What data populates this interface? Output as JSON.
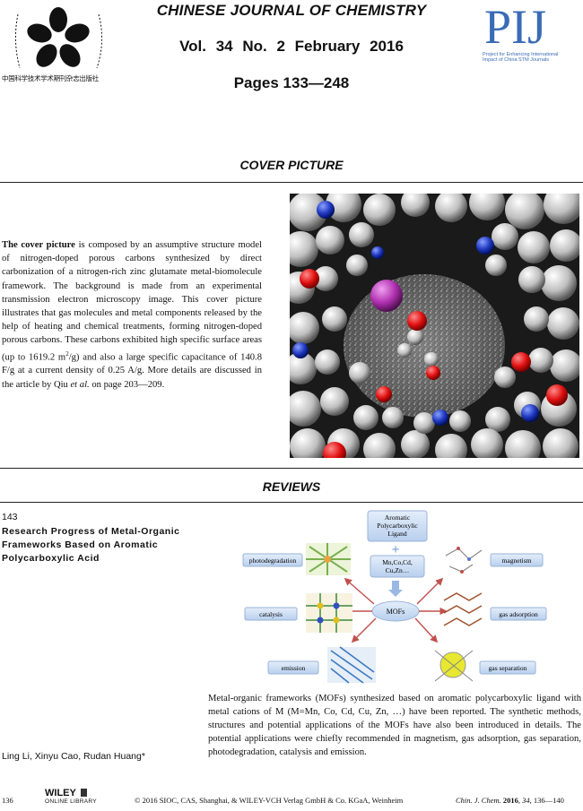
{
  "header": {
    "journal_title": "CHINESE JOURNAL OF CHEMISTRY",
    "volume_line": "Vol. 34   No. 2   February   2016",
    "pages_line": "Pages 133—248",
    "logo_caption": "中国科学技术学术期刊杂志出版社",
    "pij_letters": "PIJ",
    "pij_caption_1": "Project for Enhancing International",
    "pij_caption_2": "Impact of China STM Journals"
  },
  "cover": {
    "section_title": "COVER PICTURE",
    "lead": "The cover picture",
    "text_1": " is composed by an assumptive structure model of nitrogen-doped porous carbons synthesized by direct carbonization of a nitrogen-rich zinc glutamate metal-biomolecule framework. The background is made from an experimental transmission electron microscopy image. This cover picture illustrates that gas molecules and metal components released by the help of heating and chemical treatments, forming nitrogen-doped porous carbons. These carbons exhibited high specific surface areas (up to 1619.2 m",
    "sup": "2",
    "text_2": "/g) and also a large specific capacitance of 140.8 F/g at a current density of 0.25 A/g. More details are discussed in the article by Qiu ",
    "etal": "et al.",
    "text_3": " on page 203—209."
  },
  "reviews": {
    "section_title": "REVIEWS",
    "page_number": "143",
    "title": "Research Progress of Metal-Organic Frameworks Based on Aromatic Polycarboxylic Acid",
    "authors": "Ling Li, Xinyu Cao, Rudan Huang*",
    "abstract": "Metal-organic frameworks (MOFs) synthesized based on aromatic polycarboxylic ligand with metal cations of M (M=Mn, Co, Cd, Cu, Zn, …) have been reported. The synthetic methods, structures and potential applications of the MOFs have also been introduced in details. The potential applications were chiefly recommended in magnetism, gas adsorption, gas separation, photodegradation, catalysis and emission.",
    "graphic": {
      "ligand_1": "Aromatic",
      "ligand_2": "Polycarboxylic",
      "ligand_3": "Ligand",
      "plus": "+",
      "metals_1": "Mn,Co,Cd,",
      "metals_2": "Cu,Zn…",
      "center": "MOFs",
      "app_photodegradation": "photodegradation",
      "app_magnetism": "magnetism",
      "app_catalysis": "catalysis",
      "app_gas_adsorption": "gas adsorption",
      "app_emission": "emission",
      "app_gas_separation": "gas separation"
    }
  },
  "footer": {
    "page": "136",
    "wiley_1": "WILEY",
    "wiley_2": "ONLINE LIBRARY",
    "copyright": "© 2016 SIOC, CAS, Shanghai, & WILEY-VCH Verlag GmbH & Co. KGaA, Weinheim",
    "citation_journal": "Chin. J. Chem.",
    "citation_year": "2016",
    "citation_volume": "34",
    "citation_pages": "136—140"
  },
  "colors": {
    "pij_blue": "#3a6bb5",
    "box_blue": "#cfe0f4",
    "arrow_red": "#c0504d"
  }
}
